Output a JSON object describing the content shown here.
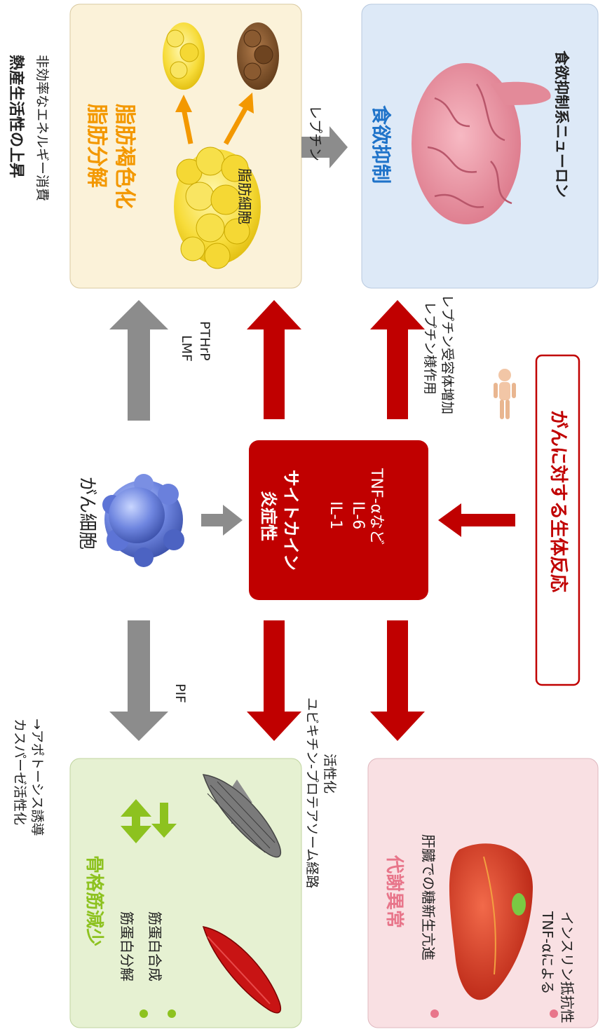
{
  "colors": {
    "accent_red": "#c00000",
    "gray_arrow": "#8c8c8c",
    "green": "#8dc21f",
    "orange": "#f39800",
    "blue": "#1f73c9",
    "pink": "#e8758a",
    "muscle_panel_bg": "#e6f1d2",
    "metabolic_panel_bg": "#f9e0e3",
    "fat_panel_bg": "#fbf2d9",
    "appetite_panel_bg": "#dde9f7"
  },
  "center": {
    "title_line1": "炎症性",
    "title_line2": "サイトカイン",
    "item1": "IL-1",
    "item2": "IL-6",
    "item3": "TNF-αなど"
  },
  "cancer_cell_label": "がん細胞",
  "host_response_label": "がんに対する生体反応",
  "muscle": {
    "annotation_line1": "カスパーゼ活性化",
    "annotation_line2": "→アポトーシス誘導",
    "title": "骨格筋減少",
    "bullet1": "筋蛋白分解",
    "bullet2": "筋蛋白合成",
    "pif_label": "PIF",
    "ubiquitin_line1": "ユビキチン-プロテアソーム経路",
    "ubiquitin_line2": "活性化"
  },
  "metabolic": {
    "title": "代謝異常",
    "bullet1": "肝臓での糖新生亢進",
    "bullet2_line1": "TNF-αによる",
    "bullet2_line2": "インスリン抵抗性"
  },
  "fat": {
    "heading": "熱産生活性の上昇",
    "subheading": "非効率なエネルギー消費",
    "title_line1": "脂肪分解",
    "title_line2": "脂肪褐色化",
    "cell_label": "脂肪細胞",
    "mediator1": "LMF",
    "mediator2": "PTHrP",
    "leptin_label": "レプチン"
  },
  "appetite": {
    "title": "食欲抑制",
    "neuron_label": "食欲抑制系ニューロン",
    "leptin_line1": "レプチン様作用",
    "leptin_line2": "レプチン受容体増加"
  },
  "icons": [
    "tumor-cell-icon",
    "muscle-red-icon",
    "muscle-gray-icon",
    "liver-icon",
    "fat-cluster-icon",
    "brain-icon",
    "human-figure-icon"
  ]
}
